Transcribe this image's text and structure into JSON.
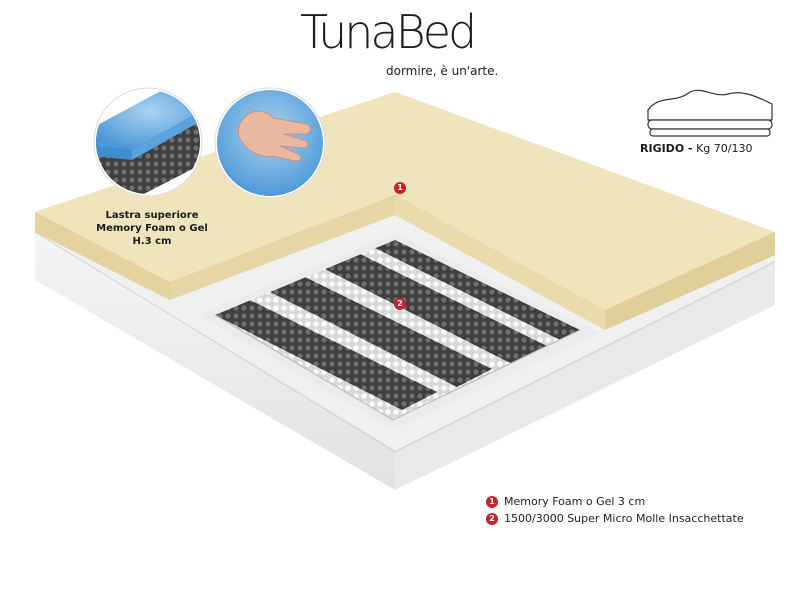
{
  "brand": {
    "logo_text": "TunaBed",
    "tagline": "dormire, è un'arte."
  },
  "callout_topper": {
    "line1": "Lastra superiore",
    "line2": "Memory Foam o Gel",
    "line3": "H.3 cm"
  },
  "firmness": {
    "label": "RIGIDO -",
    "value": "Kg 70/130"
  },
  "markers": {
    "one": "1",
    "two": "2"
  },
  "legend": [
    {
      "number": "1",
      "text": "Memory Foam o Gel 3 cm"
    },
    {
      "number": "2",
      "text": "1500/3000 Super Micro Molle Insacchettate"
    }
  ],
  "colors": {
    "marker_red": "#c8222a",
    "foam_cream": "#ece0b6",
    "gel_blue": "#6fb4e6",
    "casing_white": "#f2f2f2",
    "spring_dark": "#5a5a5a",
    "spring_light": "#f4f4f4"
  }
}
